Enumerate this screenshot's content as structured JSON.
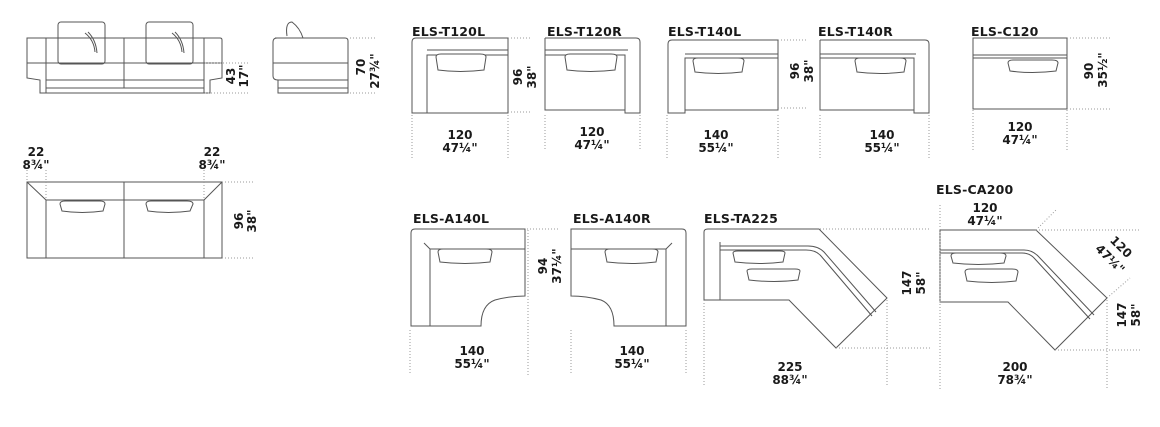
{
  "overview": {
    "front_view": {
      "seat_height_cm": "43",
      "seat_height_in": "17\""
    },
    "side_view": {
      "height_cm": "70",
      "height_in": "27¾\""
    },
    "top_view": {
      "left_arm_cm": "22",
      "left_arm_in": "8¾\"",
      "right_arm_cm": "22",
      "right_arm_in": "8¾\"",
      "depth_cm": "96",
      "depth_in": "38\""
    }
  },
  "modules": [
    {
      "code": "ELS-T120L",
      "width_cm": "120",
      "width_in": "47¼\"",
      "depth_cm": "96",
      "depth_in": "38\""
    },
    {
      "code": "ELS-T120R",
      "width_cm": "120",
      "width_in": "47¼\""
    },
    {
      "code": "ELS-T140L",
      "width_cm": "140",
      "width_in": "55¼\"",
      "depth_cm": "96",
      "depth_in": "38\""
    },
    {
      "code": "ELS-T140R",
      "width_cm": "140",
      "width_in": "55¼\""
    },
    {
      "code": "ELS-C120",
      "width_cm": "120",
      "width_in": "47¼\"",
      "depth_cm": "90",
      "depth_in": "35½\""
    },
    {
      "code": "ELS-A140L",
      "width_cm": "140",
      "width_in": "55¼\"",
      "depth_cm": "94",
      "depth_in": "37¼\""
    },
    {
      "code": "ELS-A140R",
      "width_cm": "140",
      "width_in": "55¼\""
    },
    {
      "code": "ELS-TA225",
      "width_cm": "225",
      "width_in": "88¾\"",
      "depth_cm": "147",
      "depth_in": "58\""
    },
    {
      "code": "ELS-CA200",
      "top_cm": "120",
      "top_in": "47¼\"",
      "diag_cm": "120",
      "diag_in": "47¼\"",
      "width_cm": "200",
      "width_in": "78¾\"",
      "depth_cm": "147",
      "depth_in": "58\""
    }
  ]
}
